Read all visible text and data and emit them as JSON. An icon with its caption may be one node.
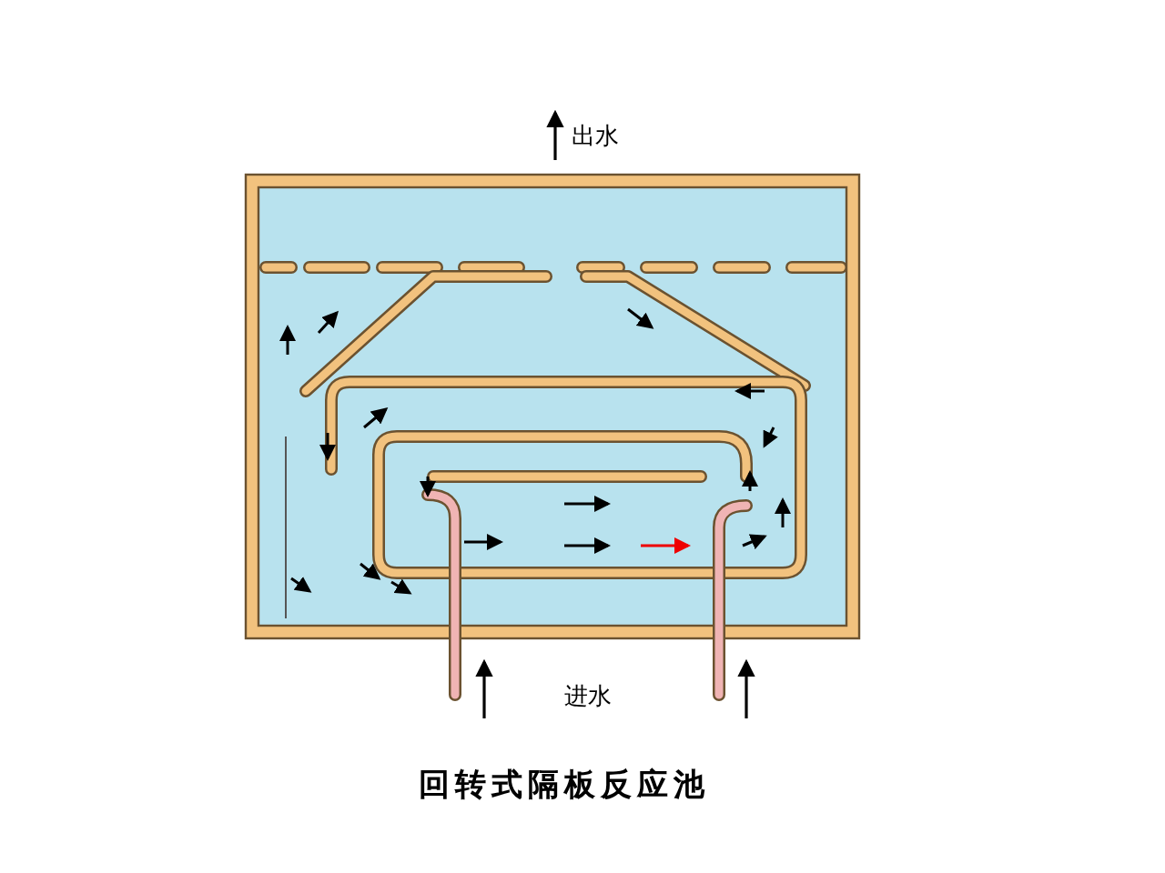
{
  "diagram": {
    "title": "回转式隔板反应池",
    "labels": [
      "出水",
      "进水"
    ]
  }
}
